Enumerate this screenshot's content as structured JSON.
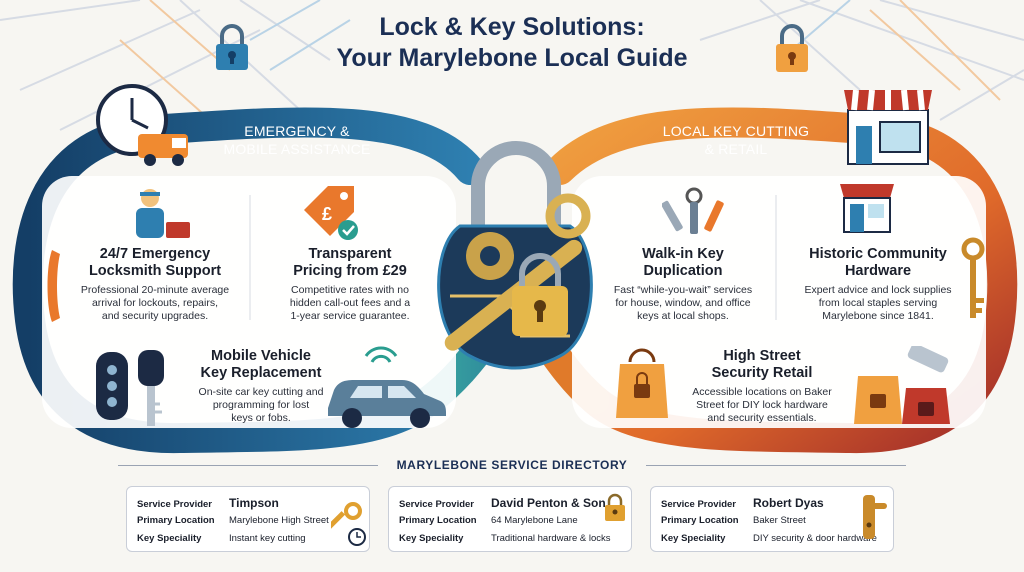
{
  "title": {
    "line1": "Lock & Key Solutions:",
    "line2": "Your Marylebone Local Guide"
  },
  "left_loop": {
    "label_line1": "EMERGENCY &",
    "label_line2": "MOBILE ASSISTANCE",
    "color": "#1f5f8a",
    "blocks": [
      {
        "h1": "24/7 Emergency",
        "h2": "Locksmith Support",
        "p1": "Professional 20-minute average",
        "p2": "arrival for lockouts, repairs,",
        "p3": "and security upgrades."
      },
      {
        "h1": "Transparent",
        "h2": "Pricing from £29",
        "p1": "Competitive rates with no",
        "p2": "hidden call-out fees and a",
        "p3": "1-year service guarantee."
      },
      {
        "h1": "Mobile Vehicle",
        "h2": "Key Replacement",
        "p1": "On-site car key cutting and",
        "p2": "programming for lost",
        "p3": "keys or fobs."
      }
    ]
  },
  "right_loop": {
    "label_line1": "LOCAL KEY CUTTING",
    "label_line2": "& RETAIL",
    "color": "#e07a2a",
    "blocks": [
      {
        "h1": "Walk-in Key",
        "h2": "Duplication",
        "p1": "Fast “while-you-wait” services",
        "p2": "for house, window, and office",
        "p3": "keys at local shops."
      },
      {
        "h1": "Historic Community",
        "h2": "Hardware",
        "p1": "Expert advice and lock supplies",
        "p2": "from local staples serving",
        "p3": "Marylebone since 1841."
      },
      {
        "h1": "High Street",
        "h2": "Security Retail",
        "p1": "Accessible locations on Baker",
        "p2": "Street for DIY lock hardware",
        "p3": "and security essentials."
      }
    ]
  },
  "directory": {
    "title": "MARYLEBONE SERVICE DIRECTORY",
    "labels": {
      "provider": "Service Provider",
      "location": "Primary Location",
      "speciality": "Key Speciality"
    },
    "cards": [
      {
        "name": "Timpson",
        "location": "Marylebone High Street",
        "speciality": "Instant key cutting",
        "icon": "key-clock-icon"
      },
      {
        "name": "David Penton & Son",
        "location": "64 Marylebone Lane",
        "speciality": "Traditional hardware & locks",
        "icon": "padlock-icon"
      },
      {
        "name": "Robert Dyas",
        "location": "Baker Street",
        "speciality": "DIY security & door hardware",
        "icon": "door-handle-icon"
      }
    ]
  }
}
